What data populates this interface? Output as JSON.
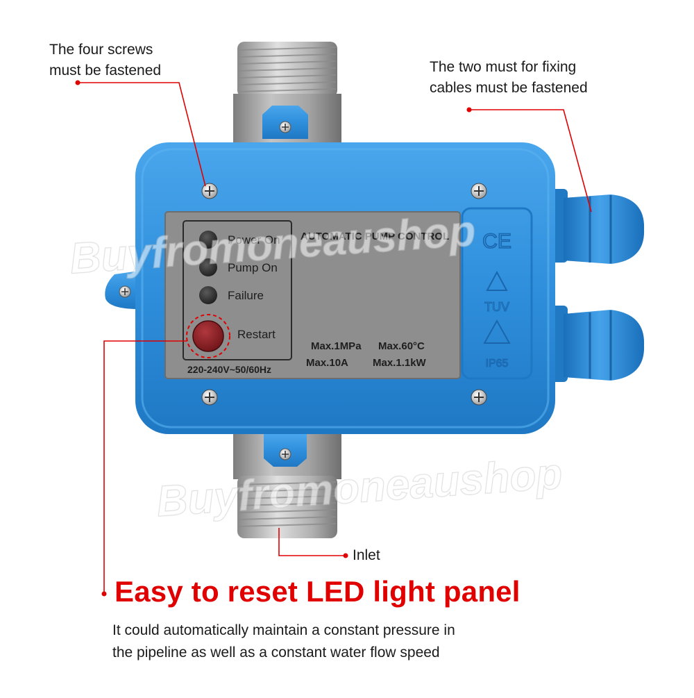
{
  "callouts": {
    "screws": {
      "line1": "The four screws",
      "line2": "must be fastened"
    },
    "cables": {
      "line1": "The two must for fixing",
      "line2": "cables must be fastened"
    },
    "inlet": "Inlet"
  },
  "panel": {
    "title": "AUTOMATIC PUMP CONTROL",
    "indicators": [
      "Power On",
      "Pump On",
      "Failure"
    ],
    "restart_label": "Restart",
    "voltage": "220-240V~50/60Hz",
    "specs": {
      "pressure": "Max.1MPa",
      "temperature": "Max.60°C",
      "current": "Max.10A",
      "power": "Max.1.1kW"
    },
    "cert_marks": [
      "CE",
      "TUV",
      "IP65"
    ]
  },
  "watermark": "Buyfromoneaushop",
  "headline": "Easy to reset LED light panel",
  "description": {
    "line1": "It could automatically maintain a constant pressure in",
    "line2": "the pipeline as well as a constant water flow speed"
  },
  "colors": {
    "accent_red": "#e00000",
    "housing_blue": "#2f8fdc",
    "panel_grey": "#8e8e8e",
    "pipe_grey": "#9a9a9a"
  }
}
